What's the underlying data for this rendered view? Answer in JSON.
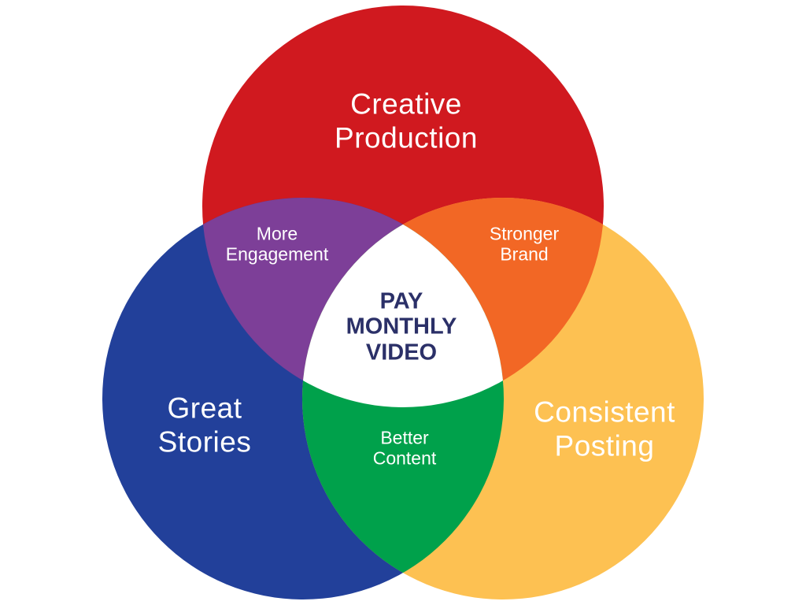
{
  "diagram": {
    "type": "venn",
    "circles": [
      {
        "id": "top",
        "label_line1": "Creative",
        "label_line2": "Production",
        "color": "#d0191f"
      },
      {
        "id": "left",
        "label_line1": "Great",
        "label_line2": "Stories",
        "color": "#22409a"
      },
      {
        "id": "right",
        "label_line1": "Consistent",
        "label_line2": "Posting",
        "color": "#fdc152"
      }
    ],
    "overlaps": [
      {
        "between": [
          "top",
          "left"
        ],
        "label_line1": "More",
        "label_line2": "Engagement",
        "color": "#7d3f98"
      },
      {
        "between": [
          "top",
          "right"
        ],
        "label_line1": "Stronger",
        "label_line2": "Brand",
        "color": "#f26725"
      },
      {
        "between": [
          "left",
          "right"
        ],
        "label_line1": "Better",
        "label_line2": "Content",
        "color": "#00a14b"
      }
    ],
    "center": {
      "line1": "PAY",
      "line2": "MONTHLY",
      "line3": "VIDEO",
      "color": "#2b3068",
      "fill": "#ffffff"
    }
  }
}
